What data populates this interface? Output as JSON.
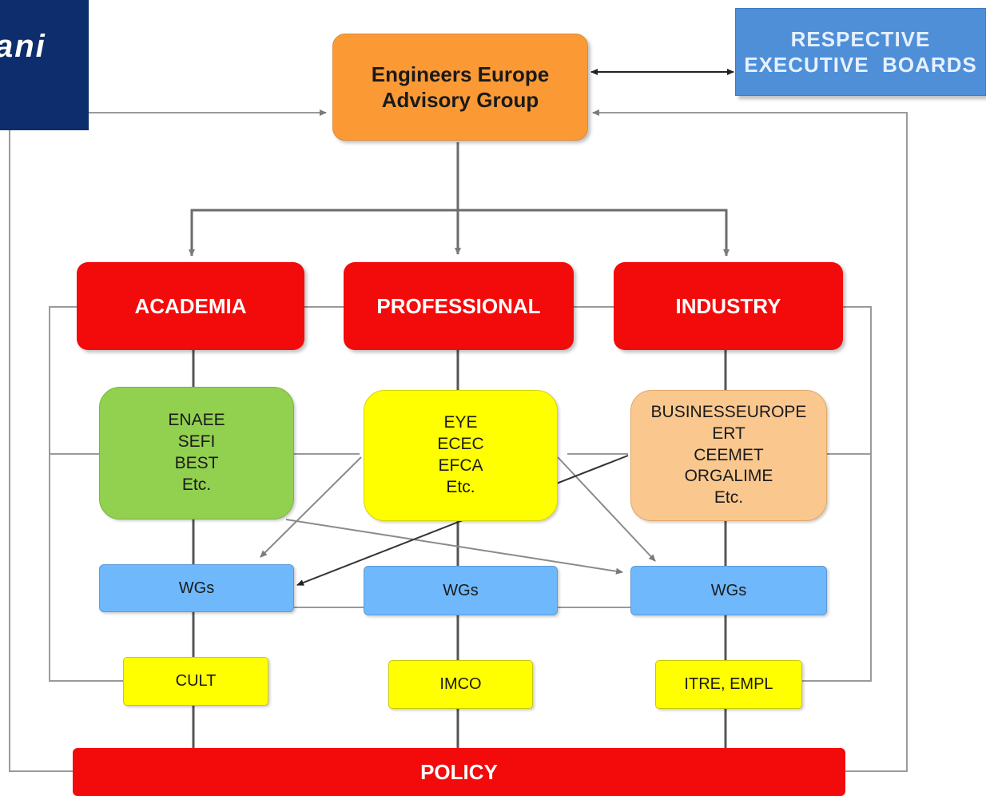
{
  "logo": {
    "text": "ani"
  },
  "advisory_group": {
    "line1": "Engineers Europe",
    "line2": "Advisory Group"
  },
  "executive_boards": {
    "line1": "RESPECTIVE",
    "line2": "EXECUTIVE  BOARDS"
  },
  "pillars": {
    "academia": "ACADEMIA",
    "professional": "PROFESSIONAL",
    "industry": "INDUSTRY"
  },
  "orgs": {
    "academia": [
      "ENAEE",
      "SEFI",
      "BEST",
      "Etc."
    ],
    "professional": [
      "EYE",
      "ECEC",
      "EFCA",
      "Etc."
    ],
    "industry": [
      "BUSINESSEUROPE",
      "ERT",
      "CEEMET",
      "ORGALIME",
      "Etc."
    ]
  },
  "wgs": {
    "academia": "WGs",
    "professional": "WGs",
    "industry": "WGs"
  },
  "committees": {
    "academia": "CULT",
    "professional": "IMCO",
    "industry": "ITRE, EMPL"
  },
  "policy": "POLICY",
  "colors": {
    "advisory": "#fb9a35",
    "boards": "#4e8fd8",
    "pillar_red": "#f30a0a",
    "academia_org": "#92d050",
    "professional_org": "#ffff00",
    "industry_org": "#fac88f",
    "wg_blue": "#6fb8fb",
    "committee_yellow": "#ffff00",
    "logo_navy": "#0d2d6c"
  }
}
